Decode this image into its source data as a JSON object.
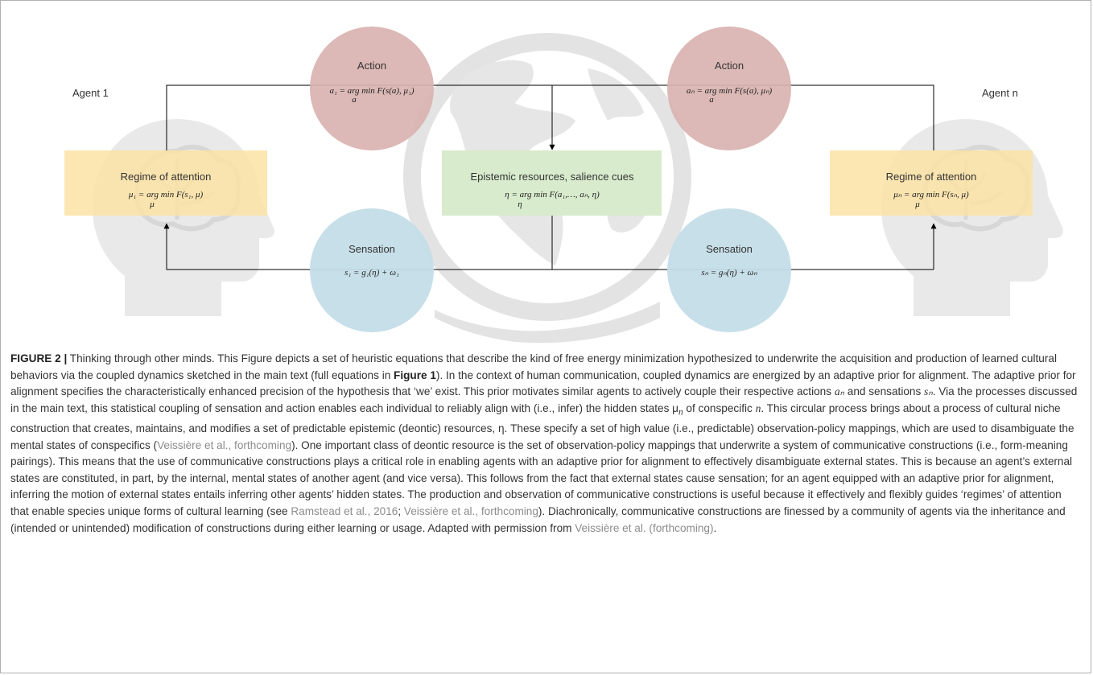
{
  "figure": {
    "agent1": "Agent 1",
    "agentn": "Agent n",
    "action_left": {
      "title": "Action",
      "eq": "a₁ = arg min F(s(a), μ₁)",
      "sub": "a"
    },
    "action_right": {
      "title": "Action",
      "eq": "aₙ = arg min F(s(a), μₙ)",
      "sub": "a"
    },
    "regime_left": {
      "title": "Regime of attention",
      "eq": "μ₁ = arg min F(s₁, μ)",
      "sub": "μ"
    },
    "regime_right": {
      "title": "Regime of attention",
      "eq": "μₙ = arg min F(sₙ, μ)",
      "sub": "μ"
    },
    "epistemic": {
      "title": "Epistemic resources, salience cues",
      "eq": "η = arg min F(a₁,…, aₙ, η)",
      "sub": "η"
    },
    "sensation_left": {
      "title": "Sensation",
      "eq": "s₁ = g₁(η) + ω₁"
    },
    "sensation_right": {
      "title": "Sensation",
      "eq": "sₙ = gₙ(η) + ωₙ"
    },
    "colors": {
      "action": "#d9b3b0",
      "sensation": "#c4dde8",
      "regime": "#fbe3a6",
      "epistemic": "#d8ebcd",
      "watermark": "#e2e2e2"
    },
    "icons": [
      "brain-head-icon",
      "globe-icon"
    ]
  },
  "caption": {
    "label": "FIGURE 2 |",
    "t1": " Thinking through other minds. This Figure depicts a set of heuristic equations that describe the kind of free energy minimization hypothesized to underwrite the acquisition and production of learned cultural behaviors via the coupled dynamics sketched in the main text (full equations in ",
    "fig1": "Figure 1",
    "t2": "). In the context of human communication, coupled dynamics are energized by an adaptive prior for alignment. The adaptive prior for alignment specifies the characteristically enhanced precision of the hypothesis that ‘we’ exist. This prior motivates similar agents to actively couple their respective actions ",
    "an": "aₙ",
    "t3": " and sensations ",
    "sn": "sₙ",
    "t4": ". Via the processes discussed in the main text, this statistical coupling of sensation and action enables each individual to reliably align with (i.e., infer) the hidden states μ",
    "mun_sub": "n",
    "t5": " of conspecific ",
    "n": "n",
    "t6": ". This circular process brings about a process of cultural niche construction that creates, maintains, and modifies a set of predictable epistemic (deontic) resources, η. These specify a set of high value (i.e., predictable) observation-policy mappings, which are used to disambiguate the mental states of conspecifics (",
    "cite1": "Veissière et al., forthcoming",
    "t7": "). One important class of deontic resource is the set of observation-policy mappings that underwrite a system of communicative constructions (i.e., form-meaning pairings). This means that the use of communicative constructions plays a critical role in enabling agents with an adaptive prior for alignment to effectively disambiguate external states. This is because an agent’s external states are constituted, in part, by the internal, mental states of another agent (and vice versa). This follows from the fact that external states cause sensation; for an agent equipped with an adaptive prior for alignment, inferring the motion of external states entails inferring other agents’ hidden states. The production and observation of communicative constructions is useful because it effectively and flexibly guides ‘regimes’ of attention that enable species unique forms of cultural learning (see ",
    "cite2": "Ramstead et al., 2016",
    "t8": "; ",
    "cite3": "Veissière et al., forthcoming",
    "t9": "). Diachronically, communicative constructions are finessed by a community of agents via the inheritance and (intended or unintended) modification of constructions during either learning or usage. Adapted with permission from ",
    "cite4": "Veissière et al. (forthcoming)",
    "t10": "."
  }
}
